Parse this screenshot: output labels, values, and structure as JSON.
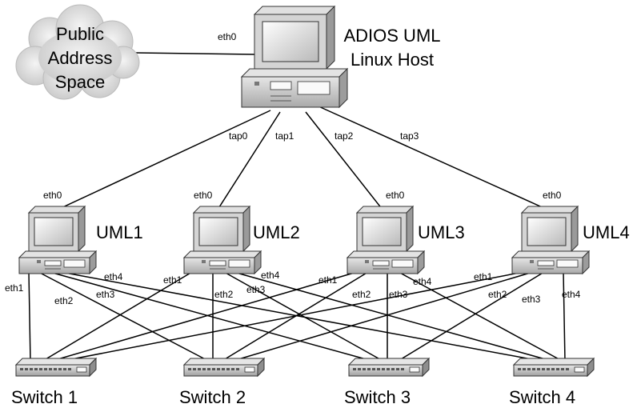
{
  "cloud": {
    "lines": [
      "Public",
      "Address",
      "Space"
    ]
  },
  "host": {
    "title_lines": [
      "ADIOS UML",
      "Linux Host"
    ],
    "port": "eth0"
  },
  "taps": [
    "tap0",
    "tap1",
    "tap2",
    "tap3"
  ],
  "umls": [
    {
      "name": "UML1",
      "eth0": "eth0",
      "eth1": "eth1",
      "eth2": "eth2",
      "eth3": "eth3",
      "eth4": "eth4"
    },
    {
      "name": "UML2",
      "eth0": "eth0",
      "eth1": "eth1",
      "eth2": "eth2",
      "eth3": "eth3",
      "eth4": "eth4"
    },
    {
      "name": "UML3",
      "eth0": "eth0",
      "eth1": "eth1",
      "eth2": "eth2",
      "eth3": "eth3",
      "eth4": "eth4"
    },
    {
      "name": "UML4",
      "eth0": "eth0",
      "eth1": "eth1",
      "eth2": "eth2",
      "eth3": "eth3",
      "eth4": "eth4"
    }
  ],
  "switches": [
    "Switch 1",
    "Switch 2",
    "Switch 3",
    "Switch 4"
  ]
}
